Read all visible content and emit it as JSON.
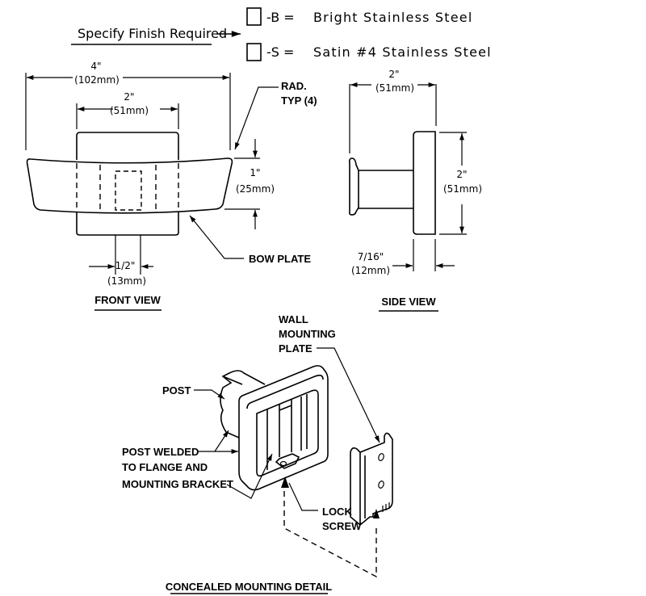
{
  "finish": {
    "prompt": "Specify Finish Required",
    "options": [
      {
        "code": "-B =",
        "label": "Bright Stainless Steel"
      },
      {
        "code": "-S =",
        "label": "Satin #4 Stainless Steel"
      }
    ]
  },
  "front_view": {
    "title": "FRONT VIEW",
    "width_in": "4\"",
    "width_mm": "(102mm)",
    "flange_in": "2\"",
    "flange_mm": "(51mm)",
    "height_in": "1\"",
    "height_mm": "(25mm)",
    "post_in": "1/2\"",
    "post_mm": "(13mm)",
    "rad_line1": "RAD.",
    "rad_line2": "TYP (4)",
    "bow_plate": "BOW PLATE"
  },
  "side_view": {
    "title": "SIDE VIEW",
    "depth_in": "2\"",
    "depth_mm": "(51mm)",
    "height_in": "2\"",
    "height_mm": "(51mm)",
    "flange_in": "7/16\"",
    "flange_mm": "(12mm)"
  },
  "mounting_detail": {
    "title": "CONCEALED MOUNTING DETAIL",
    "wall_plate": [
      "WALL",
      "MOUNTING",
      "PLATE"
    ],
    "post": "POST",
    "post_welded": [
      "POST WELDED",
      "TO FLANGE AND",
      "MOUNTING BRACKET"
    ],
    "lock_screw": [
      "LOCK",
      "SCREW"
    ]
  }
}
